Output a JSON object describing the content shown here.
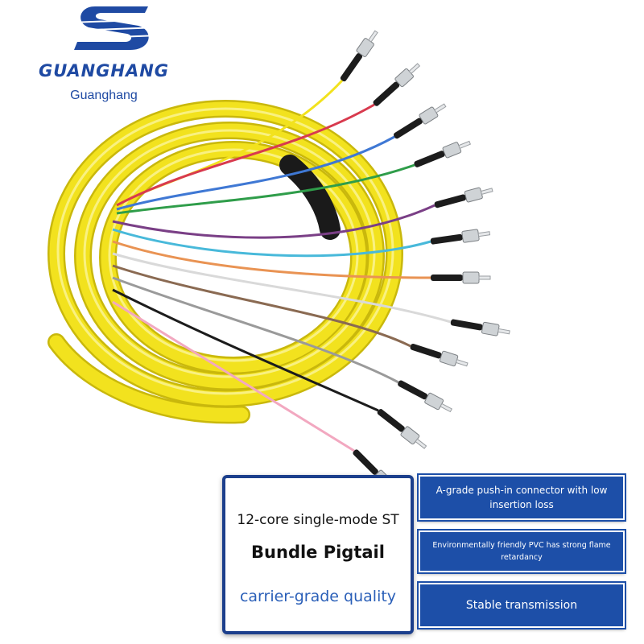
{
  "brand": {
    "wordmark": "GUANGHANG",
    "name": "Guanghang"
  },
  "product": {
    "line1": "12-core single-mode ST",
    "line2": "Bundle Pigtail",
    "line3": "carrier-grade quality"
  },
  "features": [
    "A-grade push-in connector with low insertion loss",
    "Environmentally friendly PVC has strong flame retardancy",
    "Stable transmission"
  ],
  "colors": {
    "brand_blue": "#1f4aa3",
    "panel_blue": "#1d4fa8",
    "cable_yellow": "#f2e21e"
  },
  "fiber_colors": [
    "#f2e21e",
    "#d83a4e",
    "#3f78d4",
    "#2f9d4a",
    "#7a3f86",
    "#48b9da",
    "#e99353",
    "#d9d9d9",
    "#8a6a52",
    "#9a9a9a",
    "#1c1c1c",
    "#f2a8c0"
  ],
  "icons": [
    "guanghang-logo-icon",
    "st-connector-icon"
  ]
}
